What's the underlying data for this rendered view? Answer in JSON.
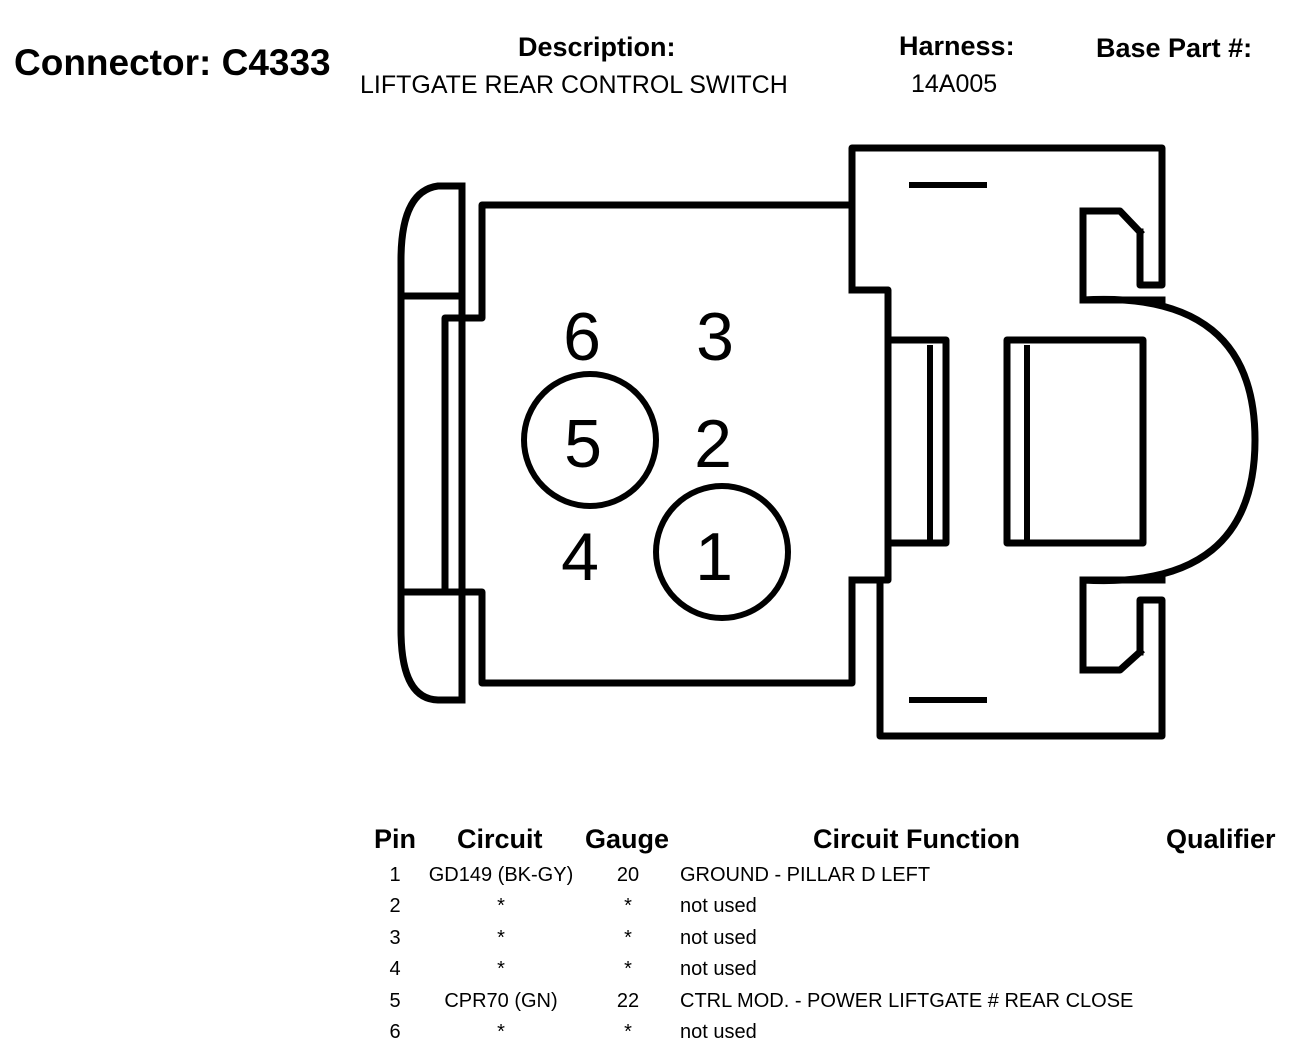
{
  "header": {
    "connector_title": "Connector: C4333",
    "description_label": "Description:",
    "description_value": "LIFTGATE REAR CONTROL SWITCH",
    "harness_label": "Harness:",
    "harness_value": "14A005",
    "base_part_label": "Base Part #:"
  },
  "connector_pins": {
    "pin6": "6",
    "pin3": "3",
    "pin5": "5",
    "pin2": "2",
    "pin4": "4",
    "pin1": "1",
    "circled": [
      "5",
      "1"
    ]
  },
  "table": {
    "headers": [
      "Pin",
      "Circuit",
      "Gauge",
      "Circuit Function",
      "Qualifier"
    ],
    "rows": [
      {
        "pin": "1",
        "circuit": "GD149 (BK-GY)",
        "gauge": "20",
        "function": "GROUND - PILLAR D LEFT",
        "qualifier": ""
      },
      {
        "pin": "2",
        "circuit": "*",
        "gauge": "*",
        "function": "not used",
        "qualifier": ""
      },
      {
        "pin": "3",
        "circuit": "*",
        "gauge": "*",
        "function": "not used",
        "qualifier": ""
      },
      {
        "pin": "4",
        "circuit": "*",
        "gauge": "*",
        "function": "not used",
        "qualifier": ""
      },
      {
        "pin": "5",
        "circuit": "CPR70 (GN)",
        "gauge": "22",
        "function": "CTRL MOD. - POWER LIFTGATE # REAR CLOSE",
        "qualifier": ""
      },
      {
        "pin": "6",
        "circuit": "*",
        "gauge": "*",
        "function": "not used",
        "qualifier": ""
      }
    ]
  }
}
